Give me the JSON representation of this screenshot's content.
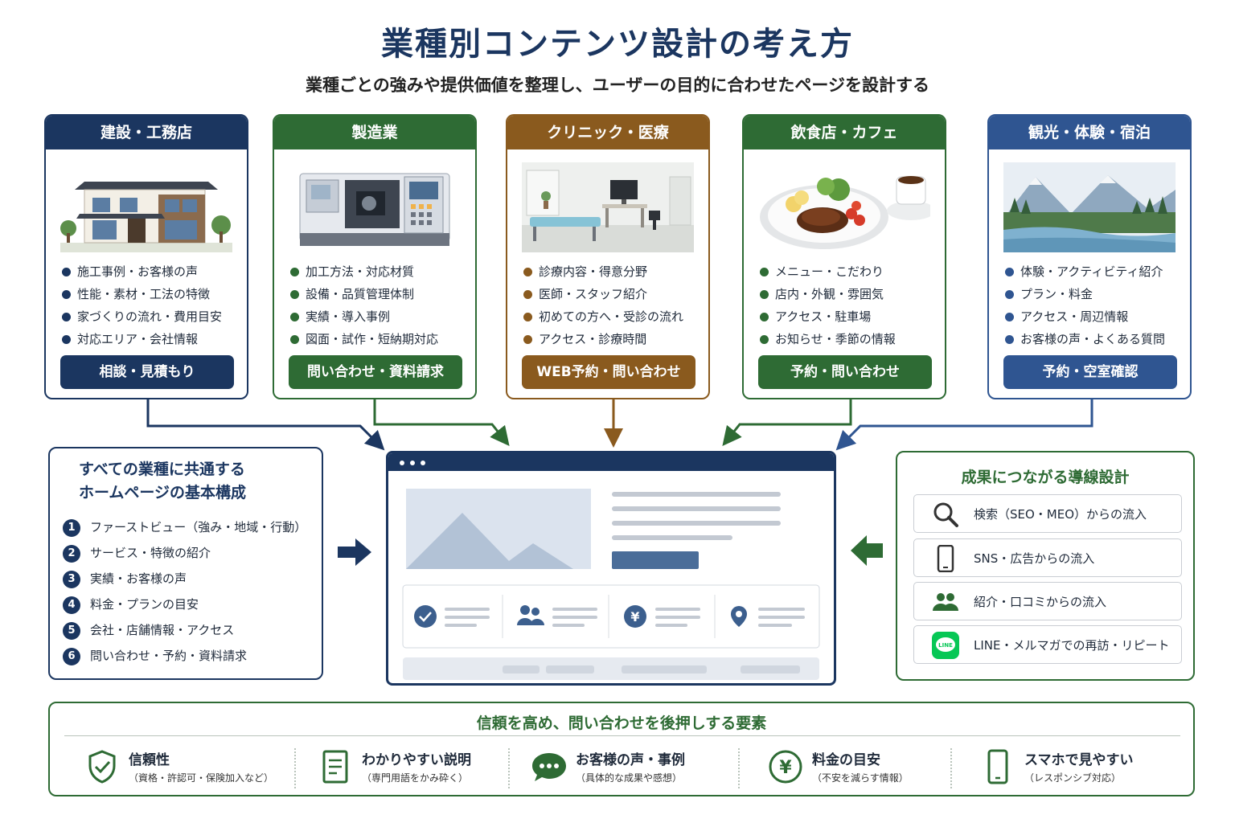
{
  "header": {
    "title": "業種別コンテンツ設計の考え方",
    "subtitle": "業種ごとの強みや提供価値を整理し、ユーザーの目的に合わせたページを設計する"
  },
  "industries": [
    {
      "title": "建設・工務店",
      "image": "house-illustration",
      "color": "#1b3660",
      "items": [
        "施工事例・お客様の声",
        "性能・素材・工法の特徴",
        "家づくりの流れ・費用目安",
        "対応エリア・会社情報"
      ],
      "cta": "相談・見積もり"
    },
    {
      "title": "製造業",
      "image": "cnc-machine-illustration",
      "color": "#2e6b34",
      "items": [
        "加工方法・対応材質",
        "設備・品質管理体制",
        "実績・導入事例",
        "図面・試作・短納期対応"
      ],
      "cta": "問い合わせ・資料請求"
    },
    {
      "title": "クリニック・医療",
      "image": "clinic-room-illustration",
      "color": "#8a5a1e",
      "items": [
        "診療内容・得意分野",
        "医師・スタッフ紹介",
        "初めての方へ・受診の流れ",
        "アクセス・診療時間"
      ],
      "cta": "WEB予約・問い合わせ"
    },
    {
      "title": "飲食店・カフェ",
      "image": "food-plate-illustration",
      "color": "#2e6b34",
      "items": [
        "メニュー・こだわり",
        "店内・外観・雰囲気",
        "アクセス・駐車場",
        "お知らせ・季節の情報"
      ],
      "cta": "予約・問い合わせ"
    },
    {
      "title": "観光・体験・宿泊",
      "image": "mountain-lake-illustration",
      "color": "#2f5591",
      "items": [
        "体験・アクティビティ紹介",
        "プラン・料金",
        "アクセス・周辺情報",
        "お客様の声・よくある質問"
      ],
      "cta": "予約・空室確認"
    }
  ],
  "common_structure": {
    "title_line1": "すべての業種に共通する",
    "title_line2": "ホームページの基本構成",
    "items": [
      {
        "num": "1",
        "text": "ファーストビュー（強み・地域・行動）"
      },
      {
        "num": "2",
        "text": "サービス・特徴の紹介"
      },
      {
        "num": "3",
        "text": "実績・お客様の声"
      },
      {
        "num": "4",
        "text": "料金・プランの目安"
      },
      {
        "num": "5",
        "text": "会社・店舗情報・アクセス"
      },
      {
        "num": "6",
        "text": "問い合わせ・予約・資料請求"
      }
    ]
  },
  "browser_mockup": {
    "feature_icons": [
      "check-icon",
      "users-icon",
      "yen-icon",
      "location-pin-icon"
    ]
  },
  "lead_design": {
    "title": "成果につながる導線設計",
    "items": [
      {
        "icon": "magnifier-icon",
        "text": "検索（SEO・MEO）からの流入"
      },
      {
        "icon": "smartphone-icon",
        "text": "SNS・広告からの流入"
      },
      {
        "icon": "people-icon",
        "text": "紹介・口コミからの流入"
      },
      {
        "icon": "line-app-icon",
        "icon_text": "LINE",
        "text": "LINE・メルマガでの再訪・リピート"
      }
    ]
  },
  "trust": {
    "title": "信頼を高め、問い合わせを後押しする要素",
    "items": [
      {
        "icon": "shield-check-icon",
        "title": "信頼性",
        "sub": "（資格・許認可・保険加入など）"
      },
      {
        "icon": "document-icon",
        "title": "わかりやすい説明",
        "sub": "（専門用語をかみ砕く）"
      },
      {
        "icon": "speech-bubble-icon",
        "title": "お客様の声・事例",
        "sub": "（具体的な成果や感想）"
      },
      {
        "icon": "yen-circle-icon",
        "title": "料金の目安",
        "sub": "（不安を減らす情報）"
      },
      {
        "icon": "smartphone-icon",
        "title": "スマホで見やすい",
        "sub": "（レスポンシブ対応）"
      }
    ]
  },
  "colors": {
    "navy": "#1b3660",
    "green": "#2e6b34",
    "brown": "#8a5a1e",
    "blue": "#2f5591"
  }
}
